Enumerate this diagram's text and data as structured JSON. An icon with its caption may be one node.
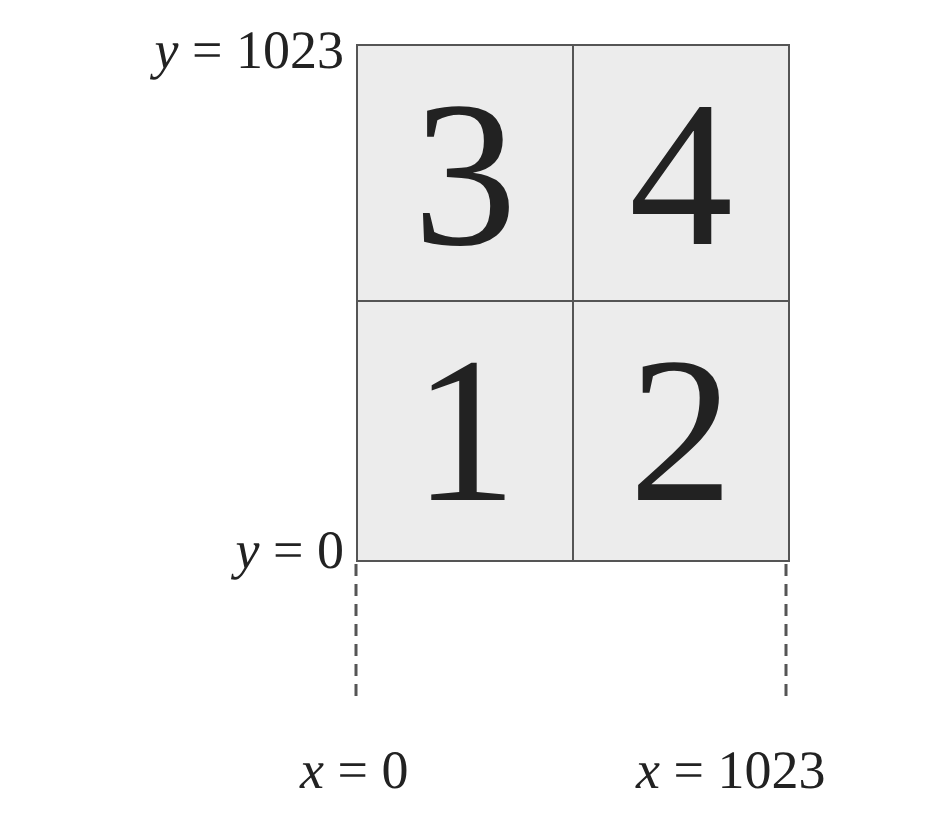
{
  "diagram": {
    "nodes": [
      {
        "text": [
          "3"
        ]
      },
      {
        "text": [
          "4"
        ]
      },
      {
        "text": [
          "1"
        ]
      },
      {
        "text": [
          "2"
        ]
      }
    ],
    "labels": [
      "*y* = 1023",
      "*y* = 0",
      "*x* = 0",
      "*x* = 1023"
    ]
  }
}
